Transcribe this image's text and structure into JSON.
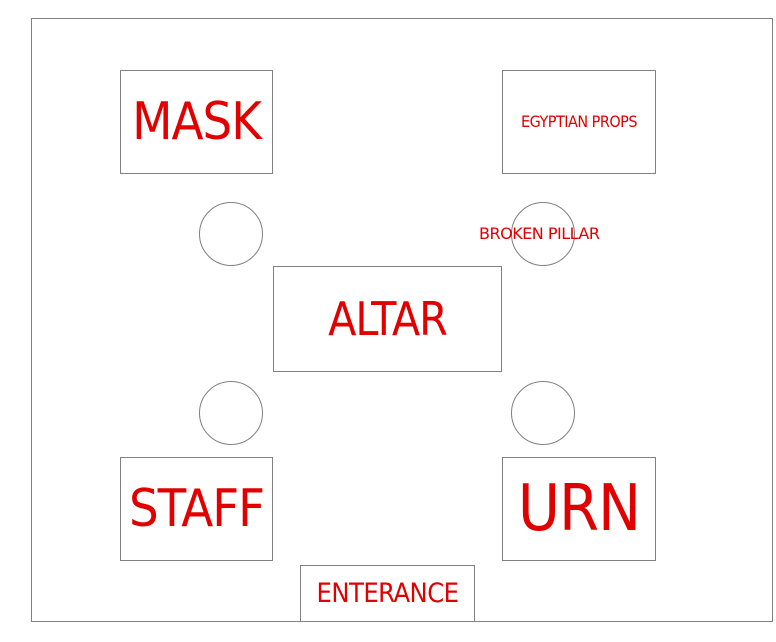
{
  "labels": {
    "mask": "MASK",
    "egyptian_props": "EGYPTIAN PROPS",
    "broken_pillar": "BROKEN PILLAR",
    "altar": "ALTAR",
    "staff": "STAFF",
    "urn": "URN",
    "entrance": "ENTERANCE"
  },
  "colors": {
    "label": "#e00000",
    "outline": "#808080",
    "background": "#ffffff"
  }
}
